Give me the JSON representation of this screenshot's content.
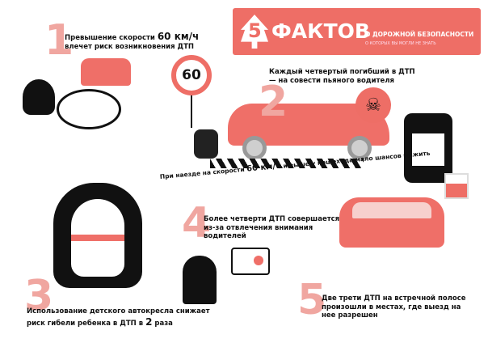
{
  "header": {
    "number": "5",
    "title": "ФАКТОВ",
    "subtitle": "О ДОРОЖНОЙ БЕЗОПАСНОСТИ",
    "tagline": "О КОТОРЫХ ВЫ МОГЛИ НЕ ЗНАТЬ"
  },
  "sign": {
    "speed": "60"
  },
  "facts": [
    {
      "number": "1",
      "pre": "Превышение скорости ",
      "highlight": "60 км/ч",
      "post": " влечет риск возникновения ДТП"
    },
    {
      "number": "2",
      "text": "Каждый четвертый погибший в ДТП — на совести пьяного водителя"
    },
    {
      "number": "3",
      "pre": "Использование детского автокресла снижает риск гибели ребенка в ДТП в ",
      "highlight": "2",
      "post": " раза"
    },
    {
      "number": "4",
      "text": "Более четверти ДТП совершается из-за отвлечения внимания водителей"
    },
    {
      "number": "5",
      "text": "Две трети ДТП на встречной полосе произошли в местах, где выезд на нее разрешен"
    }
  ],
  "pedestrian": {
    "pre": "При наезде на скорости ",
    "highlight": "60 км/ч",
    "post": " и выше у пешехода мало шансов выжить"
  },
  "colors": {
    "accent": "#ee6e66",
    "number": "#f0a6a0",
    "dark": "#111111"
  }
}
